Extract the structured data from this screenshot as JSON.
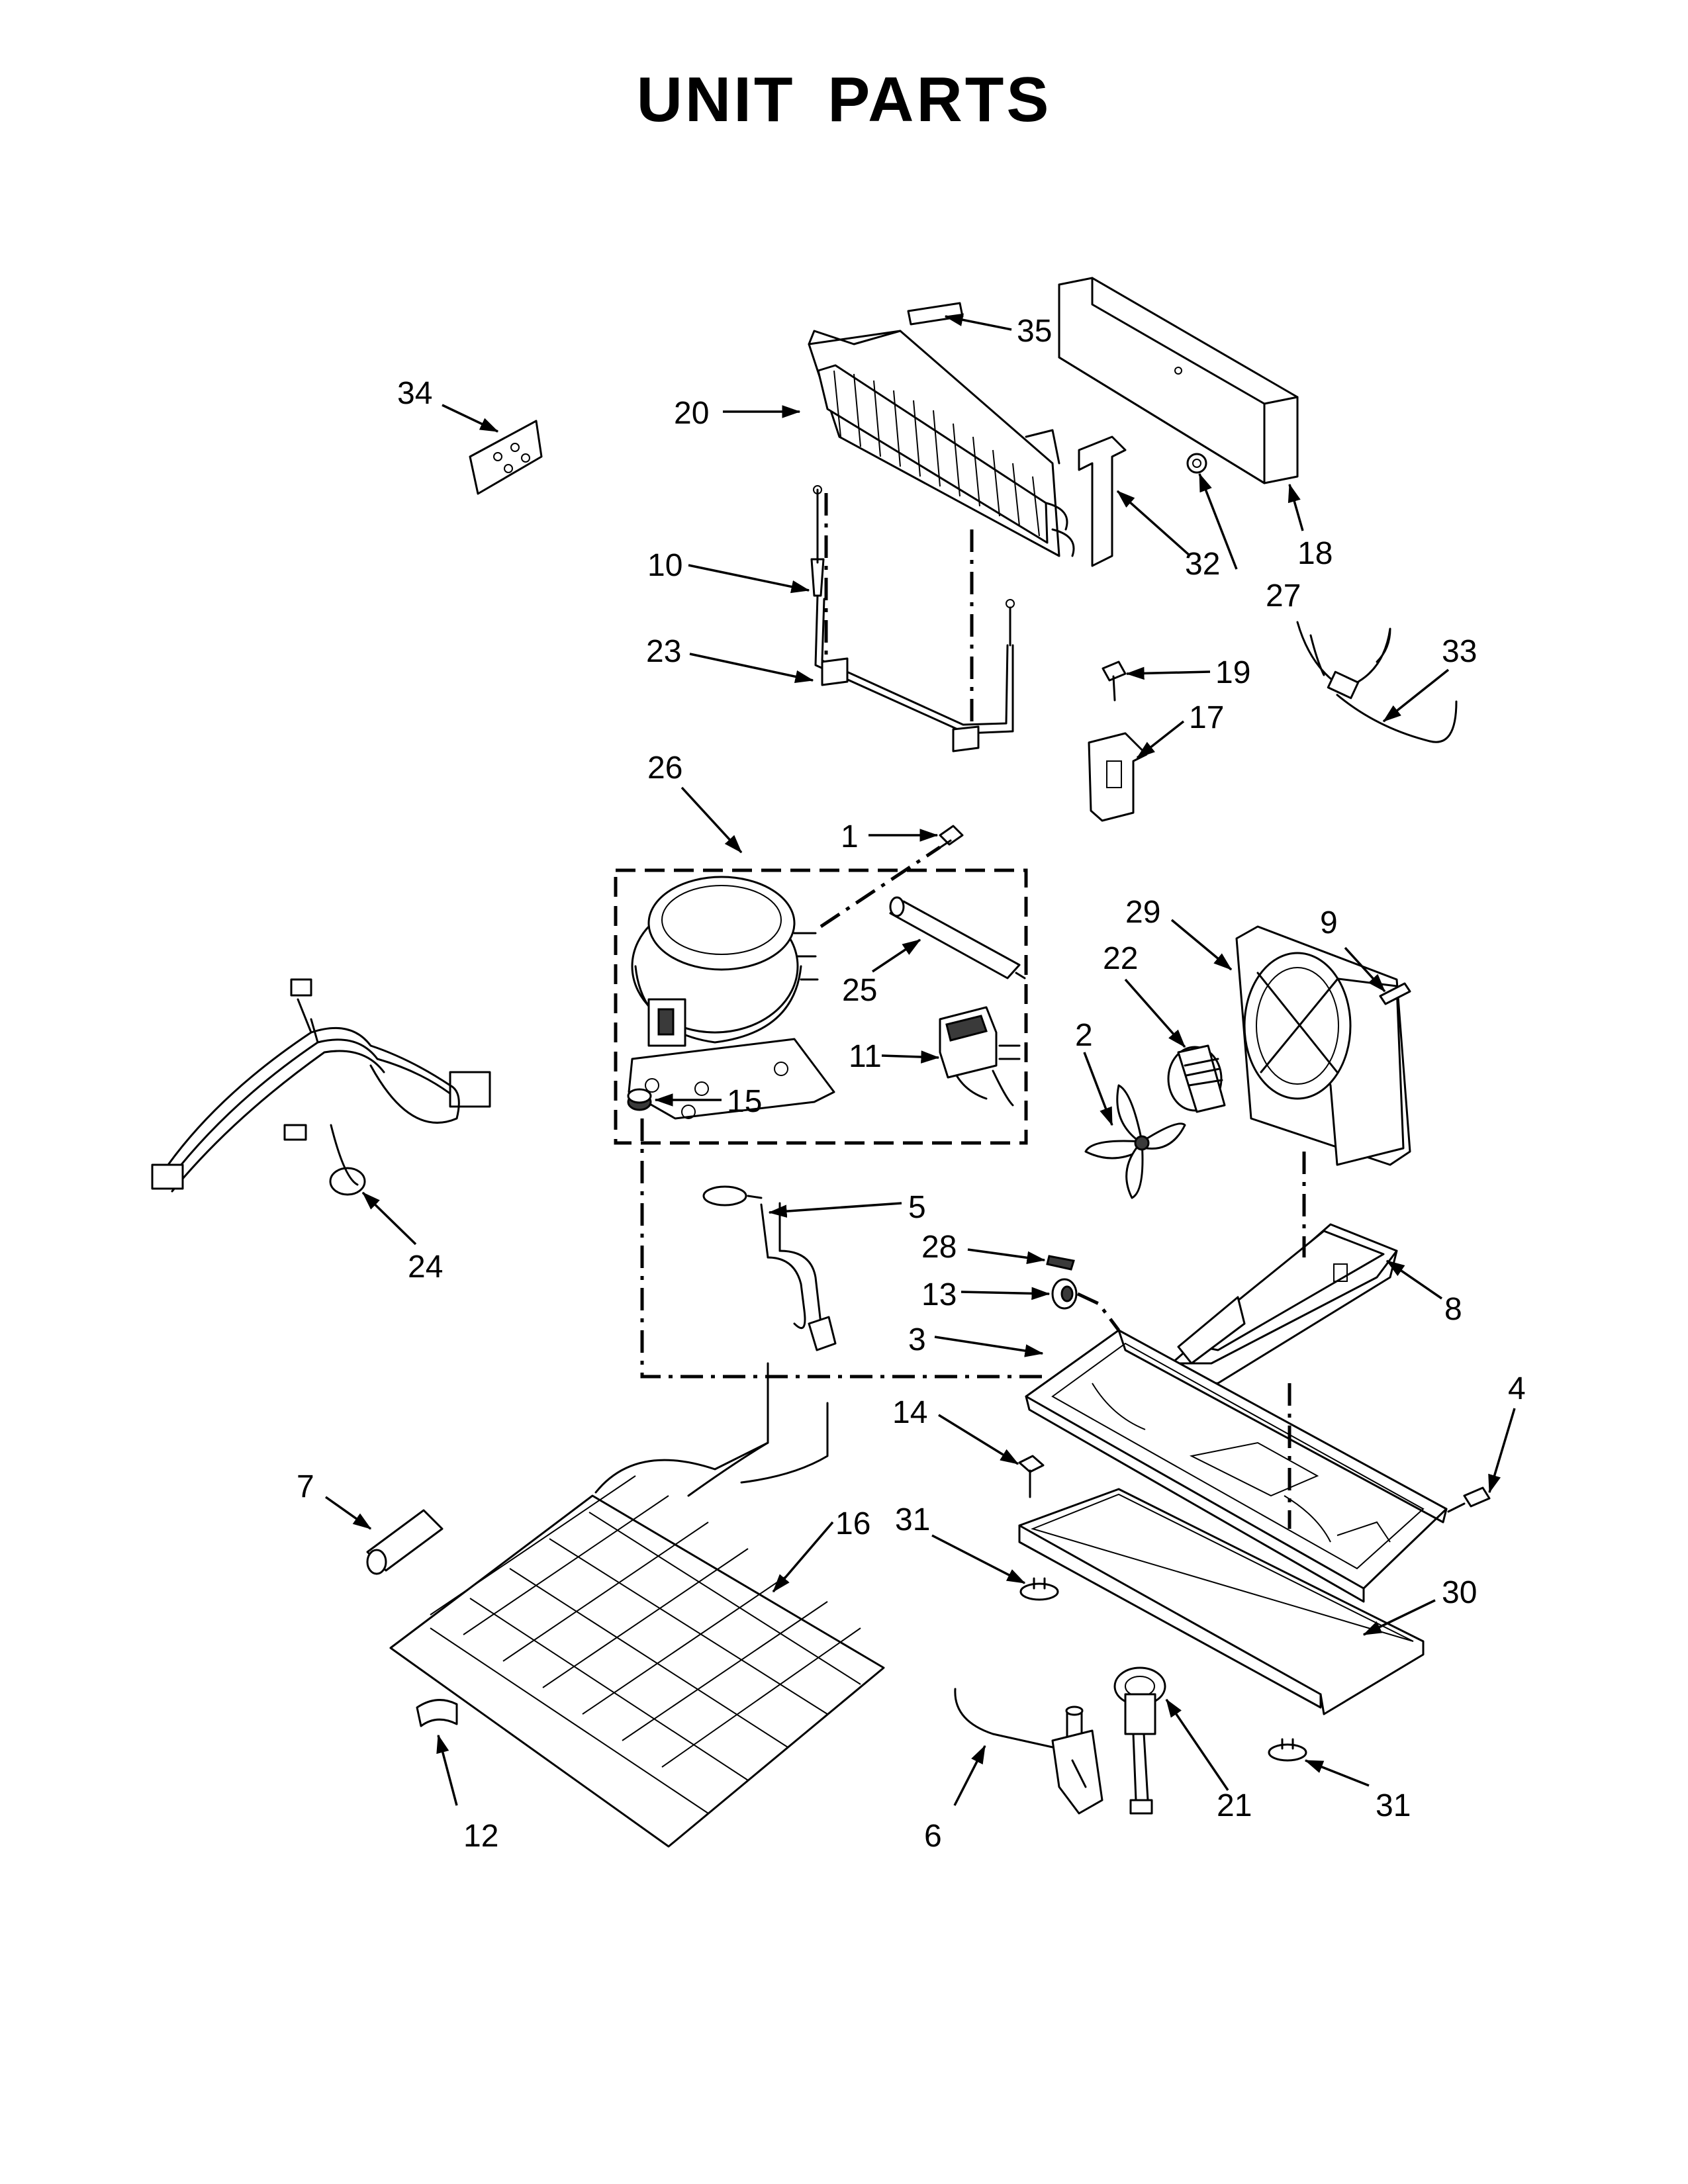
{
  "page": {
    "title": "UNIT PARTS"
  },
  "callouts": {
    "c1": "1",
    "c2": "2",
    "c3": "3",
    "c4": "4",
    "c5": "5",
    "c6": "6",
    "c7": "7",
    "c8": "8",
    "c9": "9",
    "c10": "10",
    "c11": "11",
    "c12": "12",
    "c13": "13",
    "c14": "14",
    "c15": "15",
    "c16": "16",
    "c17": "17",
    "c18": "18",
    "c19": "19",
    "c20": "20",
    "c21": "21",
    "c22": "22",
    "c23": "23",
    "c24": "24",
    "c25": "25",
    "c26": "26",
    "c27": "27",
    "c28": "28",
    "c29": "29",
    "c30": "30",
    "c31": "31",
    "c32": "32",
    "c33": "33",
    "c34": "34",
    "c35": "35"
  }
}
